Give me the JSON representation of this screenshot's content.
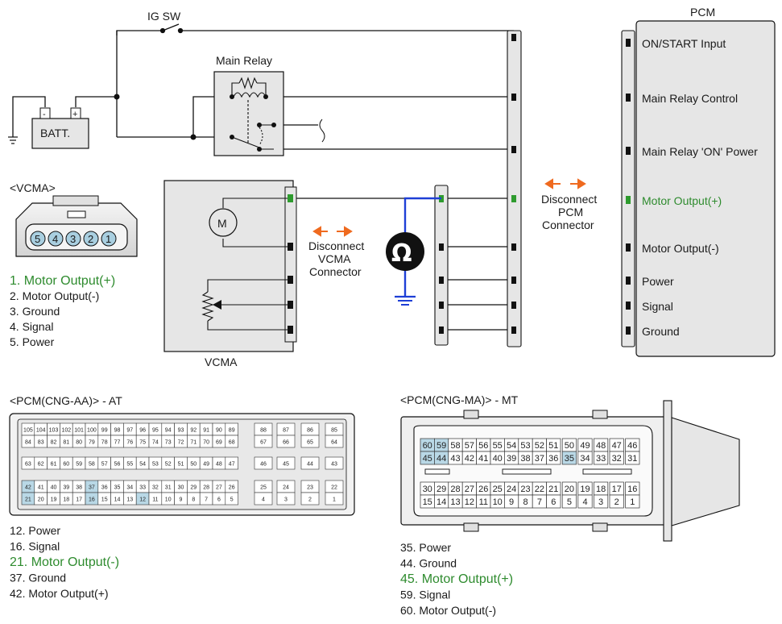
{
  "labels": {
    "ig_sw": "IG SW",
    "main_relay": "Main Relay",
    "batt": "BATT.",
    "batt_minus": "-",
    "batt_plus": "+",
    "vcma_box": "VCMA",
    "motor": "M",
    "pcm_title": "PCM",
    "vcma_connector_title": "<VCMA>",
    "disconnect_vcma": [
      "Disconnect",
      "VCMA",
      "Connector"
    ],
    "disconnect_pcm": [
      "Disconnect",
      "PCM",
      "Connector"
    ],
    "ohm": "Ω"
  },
  "pcm_pins": [
    {
      "label": "ON/START Input",
      "color": "#1a1a1a"
    },
    {
      "label": "Main Relay Control",
      "color": "#1a1a1a"
    },
    {
      "label": "Main Relay 'ON' Power",
      "color": "#1a1a1a"
    },
    {
      "label": "Motor Output(+)",
      "color": "#2e8b2e"
    },
    {
      "label": "Motor Output(-)",
      "color": "#1a1a1a"
    },
    {
      "label": "Power",
      "color": "#1a1a1a"
    },
    {
      "label": "Signal",
      "color": "#1a1a1a"
    },
    {
      "label": "Ground",
      "color": "#1a1a1a"
    }
  ],
  "vcma_pin_numbers": [
    "5",
    "4",
    "3",
    "2",
    "1"
  ],
  "vcma_list": [
    {
      "text": "1. Motor Output(+)",
      "highlight": true
    },
    {
      "text": "2. Motor Output(-)",
      "highlight": false
    },
    {
      "text": "3. Ground",
      "highlight": false
    },
    {
      "text": "4. Signal",
      "highlight": false
    },
    {
      "text": "5. Power",
      "highlight": false
    }
  ],
  "pcm_at": {
    "title": "<PCM(CNG-AA)> - AT",
    "rows": [
      [
        "105",
        "104",
        "103",
        "102",
        "101",
        "100",
        "99",
        "98",
        "97",
        "96",
        "95",
        "94",
        "93",
        "92",
        "91",
        "90",
        "89"
      ],
      [
        "84",
        "83",
        "82",
        "81",
        "80",
        "79",
        "78",
        "77",
        "76",
        "75",
        "74",
        "73",
        "72",
        "71",
        "70",
        "69",
        "68"
      ],
      [
        "63",
        "62",
        "61",
        "60",
        "59",
        "58",
        "57",
        "56",
        "55",
        "54",
        "53",
        "52",
        "51",
        "50",
        "49",
        "48",
        "47"
      ],
      [
        "42",
        "41",
        "40",
        "39",
        "38",
        "37",
        "36",
        "35",
        "34",
        "33",
        "32",
        "31",
        "30",
        "29",
        "28",
        "27",
        "26"
      ],
      [
        "21",
        "20",
        "19",
        "18",
        "17",
        "16",
        "15",
        "14",
        "13",
        "12",
        "11",
        "10",
        "9",
        "8",
        "7",
        "6",
        "5"
      ]
    ],
    "side_rows": [
      [
        "88",
        "87",
        "86",
        "85"
      ],
      [
        "67",
        "66",
        "65",
        "64"
      ],
      [
        "46",
        "45",
        "44",
        "43"
      ],
      [
        "25",
        "24",
        "23",
        "22"
      ],
      [
        "4",
        "3",
        "2",
        "1"
      ]
    ],
    "highlighted": [
      "42",
      "37",
      "21",
      "16",
      "12"
    ],
    "list": [
      {
        "text": "12. Power",
        "highlight": false
      },
      {
        "text": "16. Signal",
        "highlight": false
      },
      {
        "text": "21. Motor Output(-)",
        "highlight": true
      },
      {
        "text": "37. Ground",
        "highlight": false
      },
      {
        "text": "42. Motor Output(+)",
        "highlight": false
      }
    ]
  },
  "pcm_mt": {
    "title": "<PCM(CNG-MA)> - MT",
    "rows": [
      [
        "60",
        "59",
        "58",
        "57",
        "56",
        "55",
        "54",
        "53",
        "52",
        "51",
        "50",
        "49",
        "48",
        "47",
        "46"
      ],
      [
        "45",
        "44",
        "43",
        "42",
        "41",
        "40",
        "39",
        "38",
        "37",
        "36",
        "35",
        "34",
        "33",
        "32",
        "31"
      ],
      [
        "30",
        "29",
        "28",
        "27",
        "26",
        "25",
        "24",
        "23",
        "22",
        "21",
        "20",
        "19",
        "18",
        "17",
        "16"
      ],
      [
        "15",
        "14",
        "13",
        "12",
        "11",
        "10",
        "9",
        "8",
        "7",
        "6",
        "5",
        "4",
        "3",
        "2",
        "1"
      ]
    ],
    "highlighted": [
      "60",
      "59",
      "45",
      "44",
      "35"
    ],
    "list": [
      {
        "text": "35. Power",
        "highlight": false
      },
      {
        "text": "44. Ground",
        "highlight": false
      },
      {
        "text": "45. Motor Output(+)",
        "highlight": true
      },
      {
        "text": "59. Signal",
        "highlight": false
      },
      {
        "text": "60. Motor Output(-)",
        "highlight": false
      }
    ]
  },
  "colors": {
    "highlight_text": "#2e8b2e",
    "highlight_pin": "#b9d8e6",
    "meter_wire": "#1e3fd6",
    "arrow": "#ef6a1f",
    "active_terminal": "#2e9b2e"
  }
}
